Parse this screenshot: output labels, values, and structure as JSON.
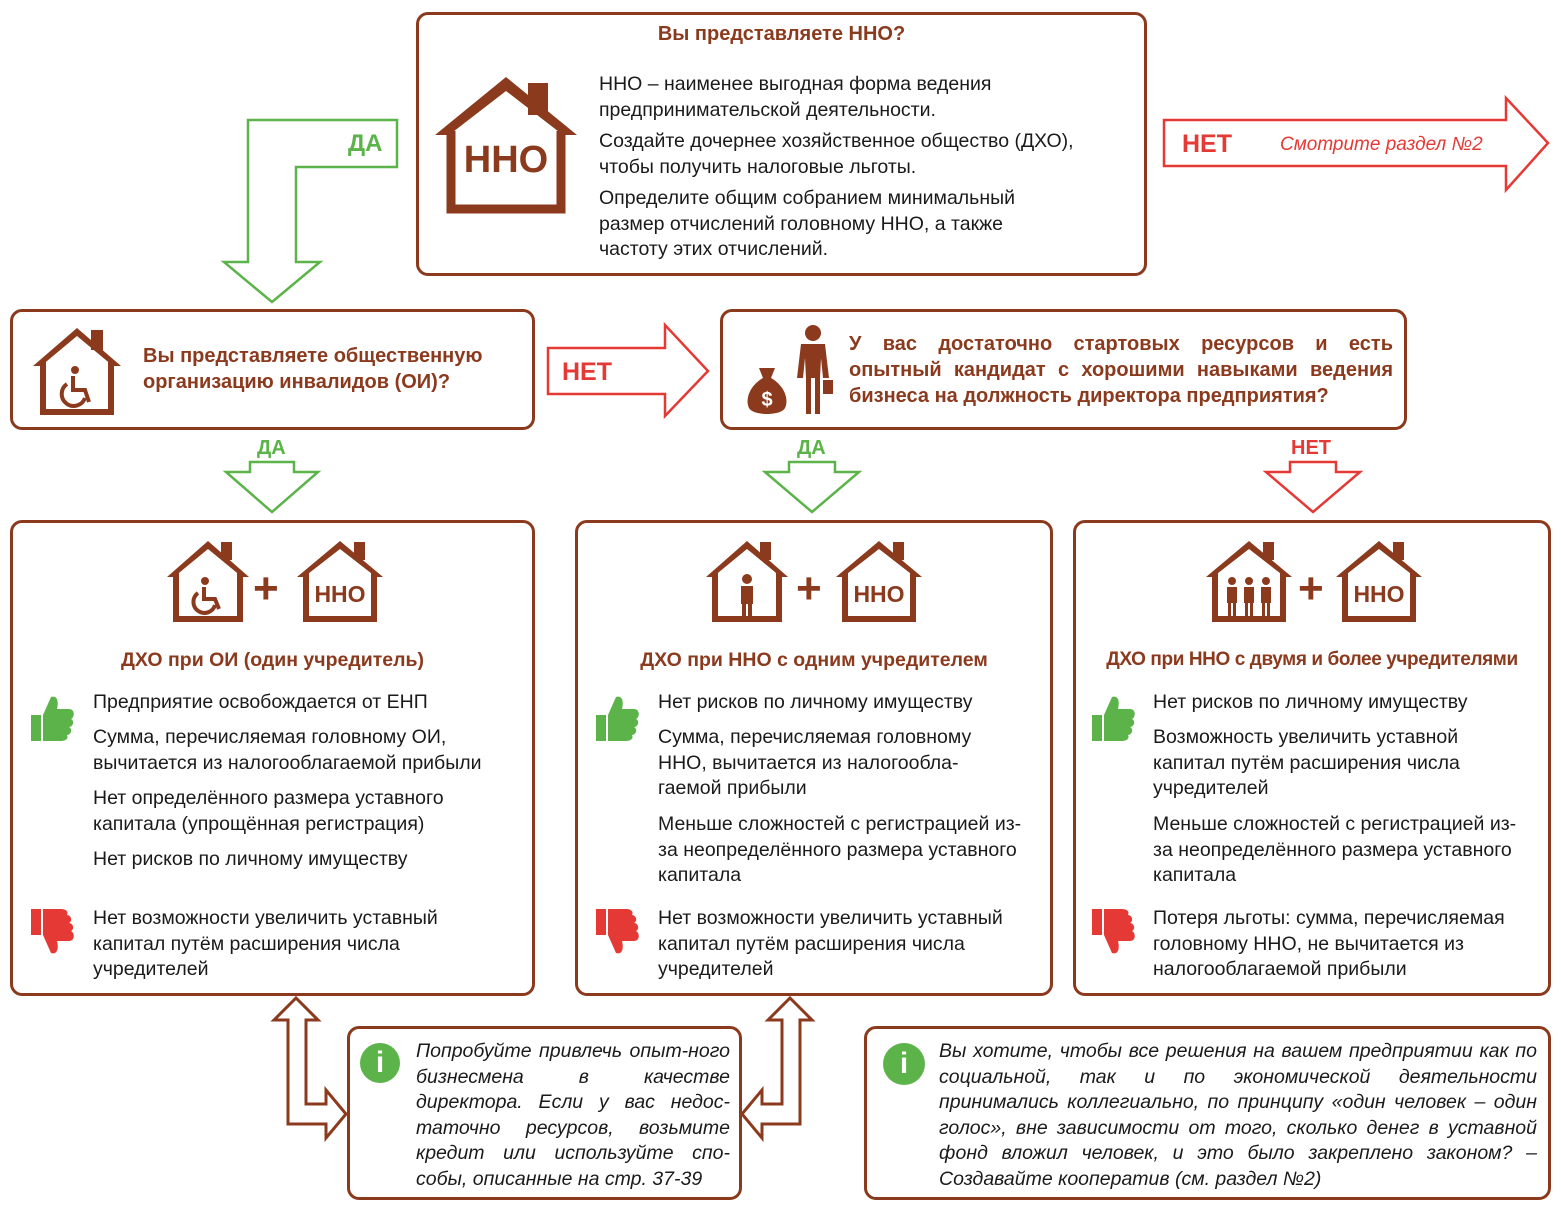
{
  "top": {
    "title": "Вы представляете ННО?",
    "icon_label": "ННО",
    "paragraphs": [
      "ННО – наименее выгодная форма ведения предпринимательской деятельности.",
      "Создайте дочернее хозяйственное общество (ДХО), чтобы получить налоговые льготы.",
      "Определите общим собранием минимальный размер отчислений головному ННО, а также частоту этих отчислений."
    ]
  },
  "arrows": {
    "top_yes": "ДА",
    "top_no": "НЕТ",
    "top_no_note": "Смотрите раздел №2",
    "oi_no": "НЕТ",
    "oi_yes": "ДА",
    "res_yes": "ДА",
    "res_no": "НЕТ"
  },
  "oi_question": "Вы представляете общественную организацию инвалидов (ОИ)?",
  "res_question": "У вас достаточно стартовых ресурсов и есть опытный кандидат с хорошими навыками ведения бизнеса на должность директора предприятия?",
  "cards": [
    {
      "icon_label": "ННО",
      "title": "ДХО при ОИ (один учредитель)",
      "pros": [
        "Предприятие освобождается от ЕНП",
        "Сумма, перечисляемая головному ОИ, вычитается из налогооблагаемой прибыли",
        "Нет определённого размера уставного капитала (упрощённая регистрация)",
        "Нет рисков по личному имуществу"
      ],
      "cons": [
        "Нет возможности увеличить уставный капитал путём расширения числа учредителей"
      ]
    },
    {
      "icon_label": "ННО",
      "title": "ДХО при ННО с одним учредителем",
      "pros": [
        "Нет рисков по личному имуществу",
        "Сумма, перечисляемая головному ННО, вычитается из налогообла-гаемой прибыли",
        "Меньше сложностей с регистрацией из-за неопределённого размера уставного капитала"
      ],
      "cons": [
        "Нет возможности увеличить уставный капитал путём расширения числа учредителей"
      ]
    },
    {
      "icon_label": "ННО",
      "title": "ДХО при ННО с двумя и более учредителями",
      "pros": [
        "Нет рисков по личному имуществу",
        "Возможность увеличить уставной капитал путём расширения числа учредителей",
        "Меньше сложностей с регистрацией из-за неопределённого размера уставного капитала"
      ],
      "cons": [
        "Потеря льготы: сумма, перечисляемая головному ННО, не вычитается из налогооблагаемой прибыли"
      ]
    }
  ],
  "info": [
    {
      "icon": "i",
      "text": "Попробуйте привлечь опыт-ного бизнесмена в качестве директора. Если у вас недос-таточно ресурсов, возьмите кредит или используйте спо-собы, описанные на стр. 37-39"
    },
    {
      "icon": "i",
      "text": "Вы хотите, чтобы все решения на вашем предприятии как по социальной, так и по экономической деятельности принимались коллегиально, по принципу «один человек – один голос», вне зависимости от того, сколько денег в уставной фонд вложил человек, и это было закреплено законом? – Создавайте кооператив (см. раздел №2)"
    }
  ],
  "colors": {
    "brown": "#8b3a1e",
    "green": "#5cb34a",
    "red": "#e53935"
  }
}
